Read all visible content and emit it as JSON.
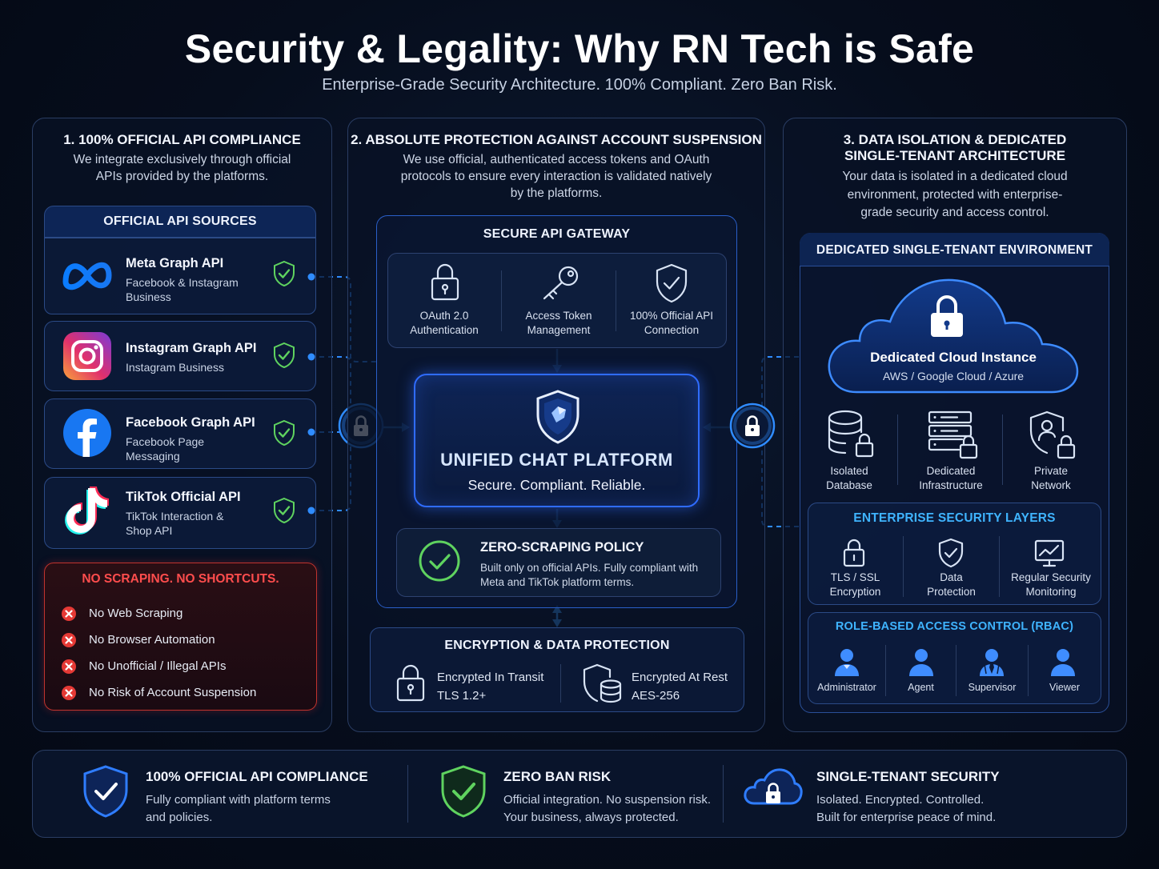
{
  "header": {
    "title": "Security & Legality: Why RN Tech is Safe",
    "subtitle": "Enterprise-Grade Security Architecture. 100% Compliant. Zero Ban Risk."
  },
  "col1": {
    "heading": "1. 100% OFFICIAL API COMPLIANCE",
    "desc_line1": "We integrate exclusively through official",
    "desc_line2": "APIs provided by the platforms.",
    "sources_title": "OFFICIAL API SOURCES",
    "sources": [
      {
        "name": "Meta Graph API",
        "sub1": "Facebook & Instagram",
        "sub2": "Business",
        "icon": "meta-logo"
      },
      {
        "name": "Instagram Graph API",
        "sub1": "Instagram Business",
        "sub2": "",
        "icon": "instagram-logo"
      },
      {
        "name": "Facebook Graph API",
        "sub1": "Facebook Page",
        "sub2": "Messaging",
        "icon": "facebook-logo"
      },
      {
        "name": "TikTok Official API",
        "sub1": "TikTok Interaction &",
        "sub2": "Shop API",
        "icon": "tiktok-logo"
      }
    ],
    "no_scraping_title": "NO SCRAPING. NO SHORTCUTS.",
    "no_list": [
      "No Web Scraping",
      "No Browser Automation",
      "No Unofficial / Illegal APIs",
      "No Risk of Account Suspension"
    ]
  },
  "col2": {
    "heading": "2. ABSOLUTE PROTECTION AGAINST ACCOUNT SUSPENSION",
    "desc_line1": "We use official, authenticated access tokens and OAuth",
    "desc_line2": "protocols to ensure every interaction is validated natively",
    "desc_line3": "by the platforms.",
    "gateway_title": "SECURE API GATEWAY",
    "gateway_items": [
      {
        "line1": "OAuth 2.0",
        "line2": "Authentication",
        "icon": "padlock-icon"
      },
      {
        "line1": "Access Token",
        "line2": "Management",
        "icon": "key-icon"
      },
      {
        "line1": "100% Official API",
        "line2": "Connection",
        "icon": "shield-check-icon"
      }
    ],
    "platform_title": "UNIFIED CHAT PLATFORM",
    "platform_sub": "Secure. Compliant. Reliable.",
    "zero_title": "ZERO-SCRAPING POLICY",
    "zero_line1": "Built only on official APIs. Fully compliant with",
    "zero_line2": "Meta and TikTok platform terms.",
    "enc_title": "ENCRYPTION & DATA PROTECTION",
    "enc_items": [
      {
        "line1": "Encrypted In Transit",
        "line2": "TLS 1.2+",
        "icon": "padlock-icon"
      },
      {
        "line1": "Encrypted At Rest",
        "line2": "AES-256",
        "icon": "shield-database-icon"
      }
    ]
  },
  "col3": {
    "heading_line1": "3. DATA ISOLATION & DEDICATED",
    "heading_line2": "SINGLE-TENANT ARCHITECTURE",
    "desc_line1": "Your data is isolated in a dedicated cloud",
    "desc_line2": "environment, protected with enterprise-",
    "desc_line3": "grade security and access control.",
    "env_title": "DEDICATED SINGLE-TENANT ENVIRONMENT",
    "cloud_title": "Dedicated Cloud Instance",
    "cloud_sub": "AWS / Google Cloud / Azure",
    "infra_items": [
      {
        "line1": "Isolated",
        "line2": "Database",
        "icon": "database-lock-icon"
      },
      {
        "line1": "Dedicated",
        "line2": "Infrastructure",
        "icon": "server-lock-icon"
      },
      {
        "line1": "Private",
        "line2": "Network",
        "icon": "network-lock-icon"
      }
    ],
    "layers_title": "ENTERPRISE SECURITY LAYERS",
    "layers": [
      {
        "line1": "TLS / SSL",
        "line2": "Encryption",
        "icon": "padlock-icon"
      },
      {
        "line1": "Data",
        "line2": "Protection",
        "icon": "shield-check-icon"
      },
      {
        "line1": "Regular Security",
        "line2": "Monitoring",
        "icon": "monitor-chart-icon"
      }
    ],
    "rbac_title": "ROLE-BASED ACCESS CONTROL (RBAC)",
    "roles": [
      "Administrator",
      "Agent",
      "Supervisor",
      "Viewer"
    ]
  },
  "footer": [
    {
      "title": "100% OFFICIAL API COMPLIANCE",
      "line1": "Fully compliant with platform terms",
      "line2": "and policies.",
      "icon": "shield-check-icon",
      "color": "#2f7dff"
    },
    {
      "title": "ZERO BAN RISK",
      "line1": "Official integration. No suspension risk.",
      "line2": "Your business, always protected.",
      "icon": "shield-check-icon",
      "color": "#5fd35f"
    },
    {
      "title": "SINGLE-TENANT SECURITY",
      "line1": "Isolated. Encrypted. Controlled.",
      "line2": "Built for enterprise peace of mind.",
      "icon": "cloud-lock-icon",
      "color": "#2f7dff"
    }
  ],
  "colors": {
    "accent": "#2f6cff",
    "cyan": "#3fb4ff",
    "green": "#5fd35f",
    "red": "#ff4d4d"
  }
}
